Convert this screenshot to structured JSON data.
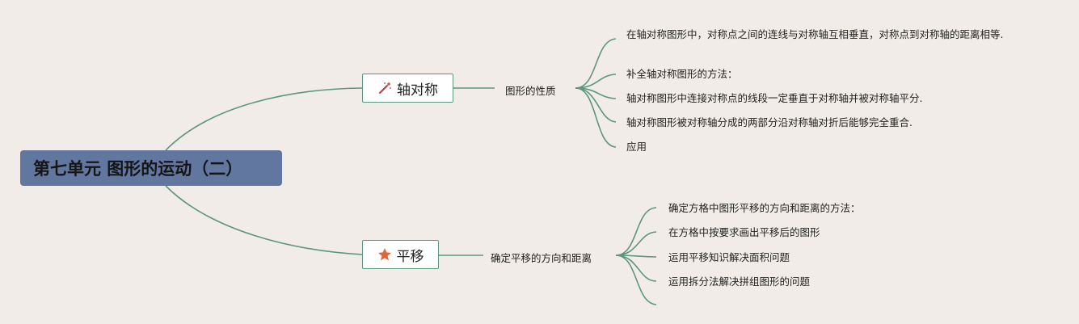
{
  "root": {
    "label": "第七单元 图形的运动（二）"
  },
  "branches": [
    {
      "label": "轴对称",
      "icon": "magic-wand-icon",
      "sub": "图形的性质",
      "leaves": [
        "在轴对称图形中，对称点之间的连线与对称轴互相垂直，对称点到对称轴的距离相等.",
        "补全轴对称图形的方法：",
        "轴对称图形中连接对称点的线段一定垂直于对称轴并被对称轴平分.",
        "轴对称图形被对称轴分成的两部分沿对称轴对折后能够完全重合.",
        "应用"
      ]
    },
    {
      "label": "平移",
      "icon": "star-icon",
      "sub": "确定平移的方向和距离",
      "leaves": [
        "确定方格中图形平移的方向和距离的方法：",
        "在方格中按要求画出平移后的图形",
        "运用平移知识解决面积问题",
        "运用拆分法解决拼组图形的问题"
      ]
    }
  ],
  "colors": {
    "line": "#5d9580",
    "root_bg": "#6177a0",
    "background": "#f1ece7",
    "star": "#e0663a",
    "wand": "#c0392b"
  }
}
